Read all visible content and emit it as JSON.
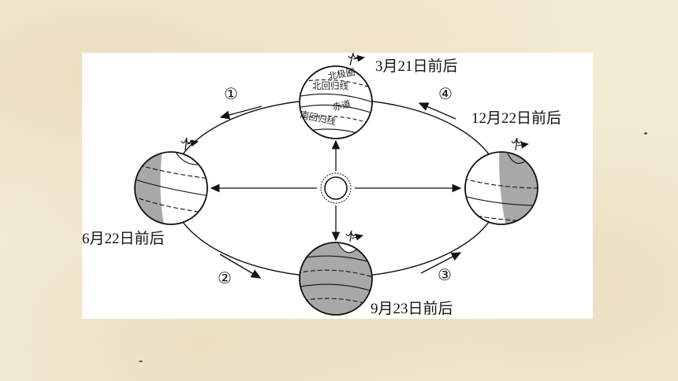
{
  "diagram": {
    "dates": {
      "mar": "3月21日前后",
      "jun": "6月22日前后",
      "sep": "9月23日前后",
      "dec": "12月22日前后"
    },
    "segments": [
      "①",
      "②",
      "③",
      "④"
    ],
    "globe_labels": {
      "arctic": "北极圈",
      "tropic_cancer": "北回归线",
      "equator": "赤道",
      "tropic_capricorn": "南回归线"
    }
  }
}
